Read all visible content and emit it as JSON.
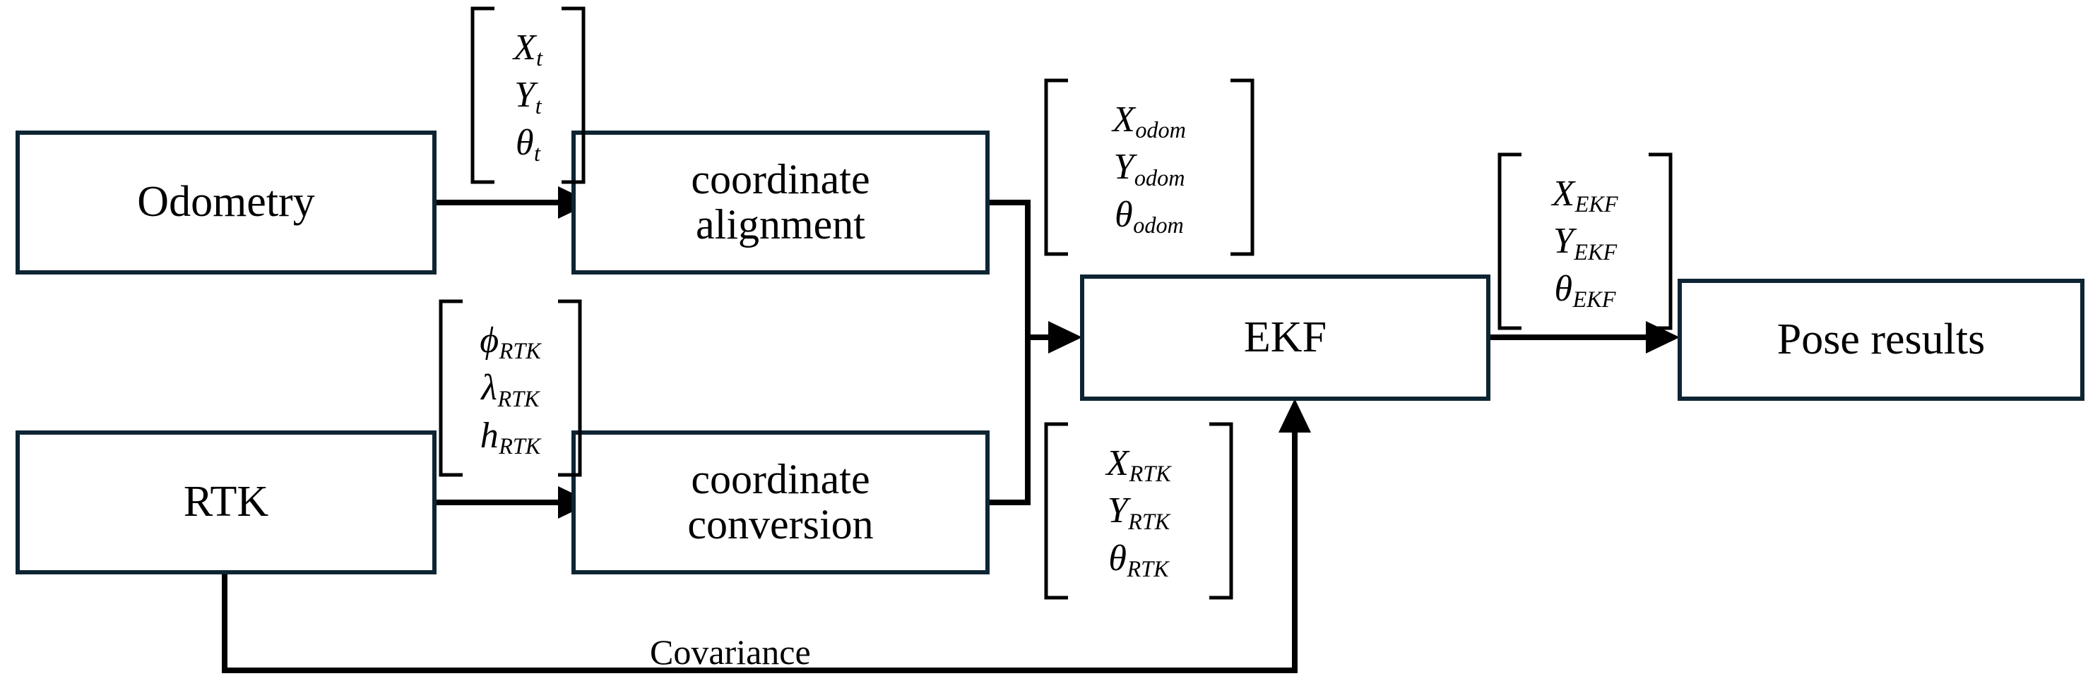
{
  "diagram": {
    "title": "EKF pose fusion block diagram",
    "background_color": "#ffffff",
    "box_border_color": "#0d2433",
    "line_color": "#000000"
  },
  "nodes": {
    "odometry": {
      "label": "Odometry"
    },
    "coordinate_alignment": {
      "label": "coordinate\nalignment"
    },
    "rtk": {
      "label": "RTK"
    },
    "coordinate_conversion": {
      "label": "coordinate\nconversion"
    },
    "ekf": {
      "label": "EKF"
    },
    "pose_results": {
      "label": "Pose results"
    }
  },
  "matrices": {
    "odom_input": {
      "name": "odometry-state-vector",
      "rows": [
        {
          "sym": "X",
          "sub": "t"
        },
        {
          "sym": "Y",
          "sub": "t"
        },
        {
          "sym": "θ",
          "sub": "t"
        }
      ]
    },
    "odom_output": {
      "name": "odom-aligned-vector",
      "rows": [
        {
          "sym": "X",
          "sub": "odom"
        },
        {
          "sym": "Y",
          "sub": "odom"
        },
        {
          "sym": "θ",
          "sub": "odom"
        }
      ]
    },
    "rtk_input": {
      "name": "rtk-geodetic-vector",
      "rows": [
        {
          "sym": "ϕ",
          "sub": "RTK"
        },
        {
          "sym": "λ",
          "sub": "RTK"
        },
        {
          "sym": "h",
          "sub": "RTK"
        }
      ]
    },
    "rtk_output": {
      "name": "rtk-converted-vector",
      "rows": [
        {
          "sym": "X",
          "sub": "RTK"
        },
        {
          "sym": "Y",
          "sub": "RTK"
        },
        {
          "sym": "θ",
          "sub": "RTK"
        }
      ]
    },
    "ekf_output": {
      "name": "ekf-pose-vector",
      "rows": [
        {
          "sym": "X",
          "sub": "EKF"
        },
        {
          "sym": "Y",
          "sub": "EKF"
        },
        {
          "sym": "θ",
          "sub": "EKF"
        }
      ]
    }
  },
  "edges": {
    "covariance": {
      "label": "Covariance"
    }
  }
}
